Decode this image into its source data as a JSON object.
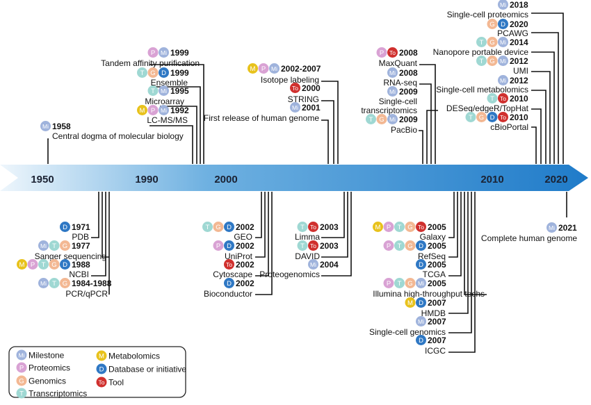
{
  "badge_types": {
    "Mi": {
      "label": "Mi",
      "color": "#9fb3dc",
      "text": "#ffffff"
    },
    "P": {
      "label": "P",
      "color": "#d9a2d4",
      "text": "#ffffff"
    },
    "G": {
      "label": "G",
      "color": "#f3b893",
      "text": "#ffffff"
    },
    "T": {
      "label": "T",
      "color": "#9fd8d3",
      "text": "#ffffff"
    },
    "M": {
      "label": "M",
      "color": "#e8c21c",
      "text": "#ffffff"
    },
    "D": {
      "label": "D",
      "color": "#2f78c4",
      "text": "#ffffff"
    },
    "To": {
      "label": "To",
      "color": "#d0302e",
      "text": "#ffffff"
    }
  },
  "axis": {
    "colors": {
      "start": "#eef6fc",
      "end": "#1f7bc9"
    },
    "labels": [
      "1950",
      "1990",
      "2000",
      "2010",
      "2020"
    ]
  },
  "legend": [
    {
      "type": "Mi",
      "label": "Milestone"
    },
    {
      "type": "P",
      "label": "Proteomics"
    },
    {
      "type": "G",
      "label": "Genomics"
    },
    {
      "type": "T",
      "label": "Transcriptomics"
    },
    {
      "type": "M",
      "label": "Metabolomics"
    },
    {
      "type": "D",
      "label": "Database or initiative"
    },
    {
      "type": "To",
      "label": "Tool"
    }
  ],
  "events": [
    {
      "year": "1958",
      "name": "Central dogma of molecular biology",
      "badges": [
        "Mi"
      ]
    },
    {
      "year": "1999",
      "name": "Tandem affinity purification",
      "badges": [
        "P",
        "Mi"
      ]
    },
    {
      "year": "1999",
      "name": "Ensemble",
      "badges": [
        "T",
        "G",
        "D"
      ]
    },
    {
      "year": "1995",
      "name": "Microarray",
      "badges": [
        "T",
        "Mi"
      ]
    },
    {
      "year": "1992",
      "name": "LC-MS/MS",
      "badges": [
        "M",
        "P",
        "Mi"
      ]
    },
    {
      "year": "2002-2007",
      "name": "Isotope labeling",
      "badges": [
        "M",
        "P",
        "Mi"
      ]
    },
    {
      "year": "2000",
      "name": "STRING",
      "badges": [
        "To"
      ]
    },
    {
      "year": "2001",
      "name": "First release of human genome",
      "badges": [
        "Mi"
      ]
    },
    {
      "year": "2008",
      "name": "MaxQuant",
      "badges": [
        "P",
        "To"
      ]
    },
    {
      "year": "2008",
      "name": "RNA-seq",
      "badges": [
        "Mi"
      ]
    },
    {
      "year": "2009",
      "name": "Single-cell transcriptomics",
      "name_lines": [
        "Single-cell",
        "transcriptomics"
      ],
      "badges": [
        "Mi"
      ]
    },
    {
      "year": "2009",
      "name": "PacBio",
      "badges": [
        "T",
        "G",
        "Mi"
      ]
    },
    {
      "year": "2018",
      "name": "Single-cell proteomics",
      "badges": [
        "Mi"
      ]
    },
    {
      "year": "2020",
      "name": "PCAWG",
      "badges": [
        "G",
        "D"
      ]
    },
    {
      "year": "2014",
      "name": "Nanopore portable device",
      "badges": [
        "T",
        "G",
        "Mi"
      ]
    },
    {
      "year": "2012",
      "name": "UMI",
      "badges": [
        "T",
        "G",
        "Mi"
      ]
    },
    {
      "year": "2012",
      "name": "Single-cell metabolomics",
      "badges": [
        "Mi"
      ]
    },
    {
      "year": "2010",
      "name": "DESeq/edgeR/TopHat",
      "badges": [
        "T",
        "To"
      ]
    },
    {
      "year": "2010",
      "name": "cBioPortal",
      "badges": [
        "T",
        "G",
        "D",
        "To"
      ]
    },
    {
      "year": "1971",
      "name": "PDB",
      "badges": [
        "D"
      ]
    },
    {
      "year": "1977",
      "name": "Sanger sequencing",
      "badges": [
        "Mi",
        "T",
        "G"
      ]
    },
    {
      "year": "1988",
      "name": "NCBI",
      "badges": [
        "M",
        "P",
        "T",
        "G",
        "D"
      ]
    },
    {
      "year": "1984-1988",
      "name": "PCR/qPCR",
      "badges": [
        "Mi",
        "T",
        "G"
      ]
    },
    {
      "year": "2002",
      "name": "GEO",
      "badges": [
        "T",
        "G",
        "D"
      ]
    },
    {
      "year": "2002",
      "name": "UniProt",
      "badges": [
        "P",
        "D"
      ]
    },
    {
      "year": "2002",
      "name": "Cytoscape",
      "badges": [
        "To"
      ]
    },
    {
      "year": "2002",
      "name": "Bioconductor",
      "badges": [
        "D"
      ]
    },
    {
      "year": "2003",
      "name": "Limma",
      "badges": [
        "T",
        "To"
      ]
    },
    {
      "year": "2003",
      "name": "DAVID",
      "badges": [
        "T",
        "To"
      ]
    },
    {
      "year": "2004",
      "name": "Proteogenomics",
      "badges": [
        "Mi"
      ]
    },
    {
      "year": "2005",
      "name": "Galaxy",
      "badges": [
        "M",
        "P",
        "T",
        "G",
        "To"
      ]
    },
    {
      "year": "2005",
      "name": "RefSeq",
      "badges": [
        "P",
        "T",
        "G",
        "D"
      ]
    },
    {
      "year": "2005",
      "name": "TCGA",
      "badges": [
        "D"
      ]
    },
    {
      "year": "2005",
      "name": "Illumina high-throughput techs",
      "badges": [
        "P",
        "T",
        "G",
        "Mi"
      ]
    },
    {
      "year": "2007",
      "name": "HMDB",
      "badges": [
        "M",
        "D"
      ]
    },
    {
      "year": "2007",
      "name": "Single-cell genomics",
      "badges": [
        "Mi"
      ]
    },
    {
      "year": "2007",
      "name": "ICGC",
      "badges": [
        "D"
      ]
    },
    {
      "year": "2021",
      "name": "Complete human genome",
      "badges": [
        "Mi"
      ]
    }
  ]
}
